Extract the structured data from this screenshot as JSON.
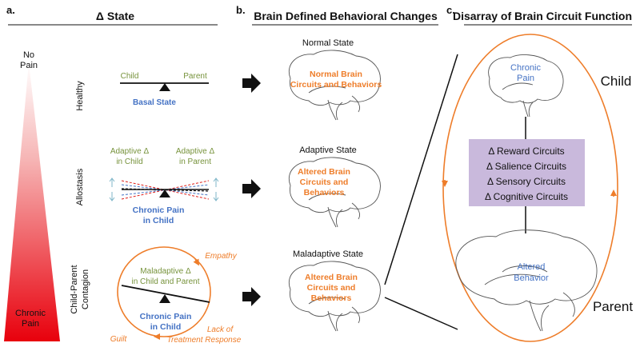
{
  "colors": {
    "orange": "#ee7d2a",
    "blue": "#4472c4",
    "olive": "#77933c",
    "red": "#e0201b",
    "black": "#111111",
    "purple_box": "#c9b9dc",
    "teal": "#4bacc6"
  },
  "panel_a": {
    "letter": "a.",
    "title": "Δ State",
    "gradient_top_line1": "No",
    "gradient_top_line2": "Pain",
    "gradient_bottom_line1": "Chronic",
    "gradient_bottom_line2": "Pain",
    "rows": {
      "healthy": {
        "row_label": "Healthy",
        "left_label": "Child",
        "right_label": "Parent",
        "caption": "Basal State"
      },
      "allostasis": {
        "row_label": "Allostasis",
        "left_line1": "Adaptive Δ",
        "left_line2": "in Child",
        "right_line1": "Adaptive Δ",
        "right_line2": "in Parent",
        "caption_line1": "Chronic Pain",
        "caption_line2": "in Child"
      },
      "contagion": {
        "row_label_line1": "Child-Parent",
        "row_label_line2": "Contagion",
        "top_line1": "Maladaptive Δ",
        "top_line2": "in Child and Parent",
        "caption_line1": "Chronic Pain",
        "caption_line2": "in Child",
        "empathy": "Empathy",
        "guilt": "Guilt",
        "lack_line1": "Lack of",
        "lack_line2": "Treatment Response"
      }
    }
  },
  "panel_b": {
    "letter": "b.",
    "title": "Brain Defined Behavioral Changes",
    "states": [
      {
        "label": "Normal State",
        "text_line1": "Normal Brain",
        "text_line2": "Circuits and Behaviors",
        "text_line3": ""
      },
      {
        "label": "Adaptive State",
        "text_line1": "Altered Brain",
        "text_line2": "Circuits and",
        "text_line3": "Behaviors"
      },
      {
        "label": "Maladaptive State",
        "text_line1": "Altered Brain",
        "text_line2": "Circuits and",
        "text_line3": "Behaviors"
      }
    ]
  },
  "panel_c": {
    "letter": "c.",
    "title": "Disarray of Brain Circuit Function",
    "child_label": "Child",
    "parent_label": "Parent",
    "child_brain_line1": "Chronic",
    "child_brain_line2": "Pain",
    "parent_brain_line1": "Altered",
    "parent_brain_line2": "Behavior",
    "circuits": [
      "Δ Reward Circuits",
      "Δ Salience Circuits",
      "Δ Sensory Circuits",
      "Δ Cognitive Circuits"
    ]
  }
}
